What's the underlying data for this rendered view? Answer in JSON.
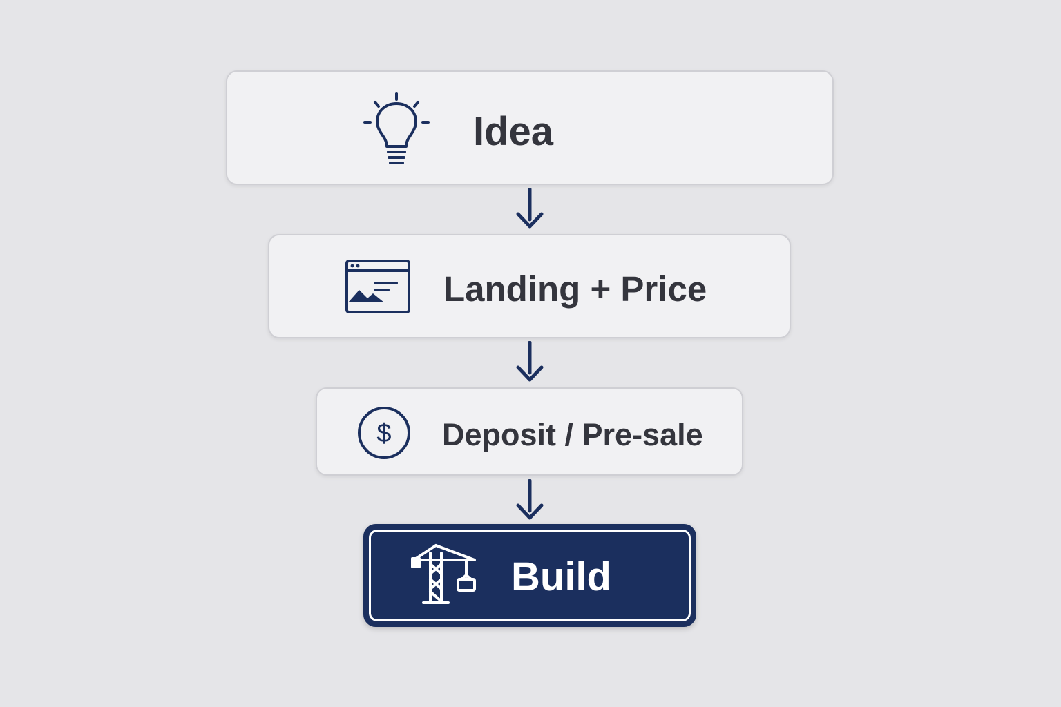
{
  "colors": {
    "background": "#e5e5e8",
    "card_fill": "#f1f1f3",
    "card_border": "#cfcfd4",
    "accent_navy": "#1b2f5e",
    "label_text": "#34353d",
    "highlight_text": "#ffffff"
  },
  "steps": [
    {
      "label": "Idea",
      "icon": "lightbulb-icon"
    },
    {
      "label": "Landing + Price",
      "icon": "webpage-icon"
    },
    {
      "label": "Deposit / Pre-sale",
      "icon": "dollar-coin-icon"
    },
    {
      "label": "Build",
      "icon": "construction-crane-icon",
      "highlighted": true
    }
  ],
  "connectors": [
    {
      "from": "Idea",
      "to": "Landing + Price",
      "icon": "arrow-down-icon"
    },
    {
      "from": "Landing + Price",
      "to": "Deposit / Pre-sale",
      "icon": "arrow-down-icon"
    },
    {
      "from": "Deposit / Pre-sale",
      "to": "Build",
      "icon": "arrow-down-icon"
    }
  ]
}
